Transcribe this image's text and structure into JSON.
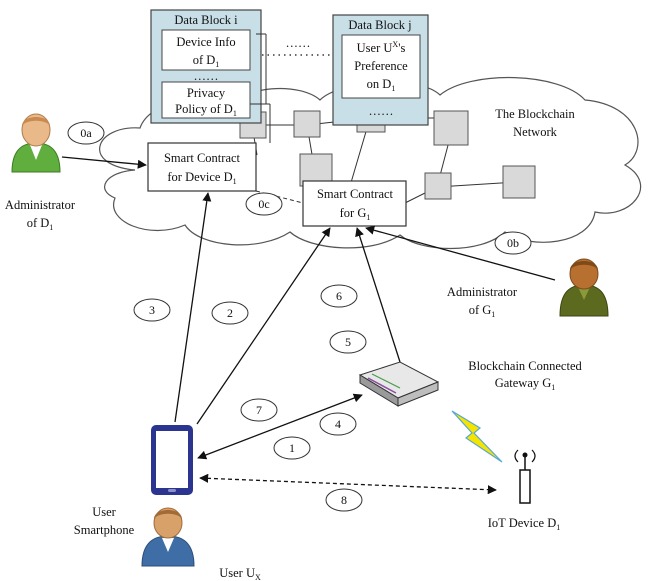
{
  "colors": {
    "block_fill": "#c9dfe8",
    "node_fill": "#d9d9d9",
    "cloud_stroke": "#555555",
    "admin_green": "#5fae3e",
    "admin_olive": "#5b6a1f",
    "user_blue": "#3f6ea6",
    "phone_blue": "#2b3590",
    "lightning_yellow": "#f5e400"
  },
  "block_i": {
    "title": "Data Block i",
    "info": [
      "Device Info",
      "of D",
      "1"
    ],
    "dots": "……",
    "policy": [
      "Privacy",
      "Policy of D",
      "1"
    ]
  },
  "block_j": {
    "title": "Data Block j",
    "pref": [
      "User U",
      "X",
      "'s",
      "Preference",
      "on D",
      "1"
    ],
    "dots": "……"
  },
  "link_dots": "……",
  "network": [
    "The Blockchain",
    "Network"
  ],
  "contracts": {
    "device": [
      "Smart Contract",
      "for Device D",
      "1"
    ],
    "gateway": [
      "Smart Contract",
      "for G",
      "1"
    ]
  },
  "admin_d": [
    "Administrator",
    "of D",
    "1"
  ],
  "admin_g": [
    "Administrator",
    "of G",
    "1"
  ],
  "gateway": [
    "Blockchain Connected",
    "Gateway G",
    "1"
  ],
  "iot": [
    "IoT Device D",
    "1"
  ],
  "user": {
    "phone_label": [
      "User",
      "Smartphone"
    ],
    "name": [
      "User U",
      "X"
    ]
  },
  "steps": [
    "0a",
    "0b",
    "0c",
    "1",
    "2",
    "3",
    "4",
    "5",
    "6",
    "7",
    "8"
  ],
  "icons": [
    "admin-d-icon",
    "admin-g-icon",
    "user-icon",
    "smartphone-icon",
    "gateway-router-icon",
    "lightning-icon",
    "iot-antenna-icon"
  ]
}
